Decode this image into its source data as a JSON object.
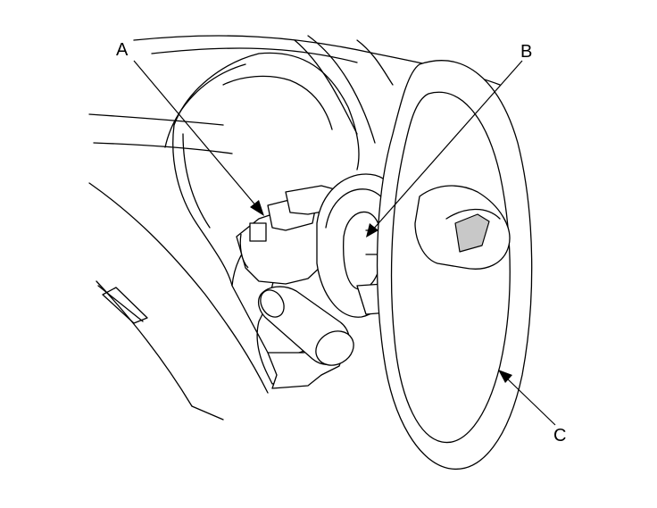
{
  "callouts": {
    "a": "A",
    "b": "B",
    "c": "C"
  },
  "colors": {
    "line": "#000000",
    "background": "#ffffff",
    "shade": "#c8c8c8"
  }
}
